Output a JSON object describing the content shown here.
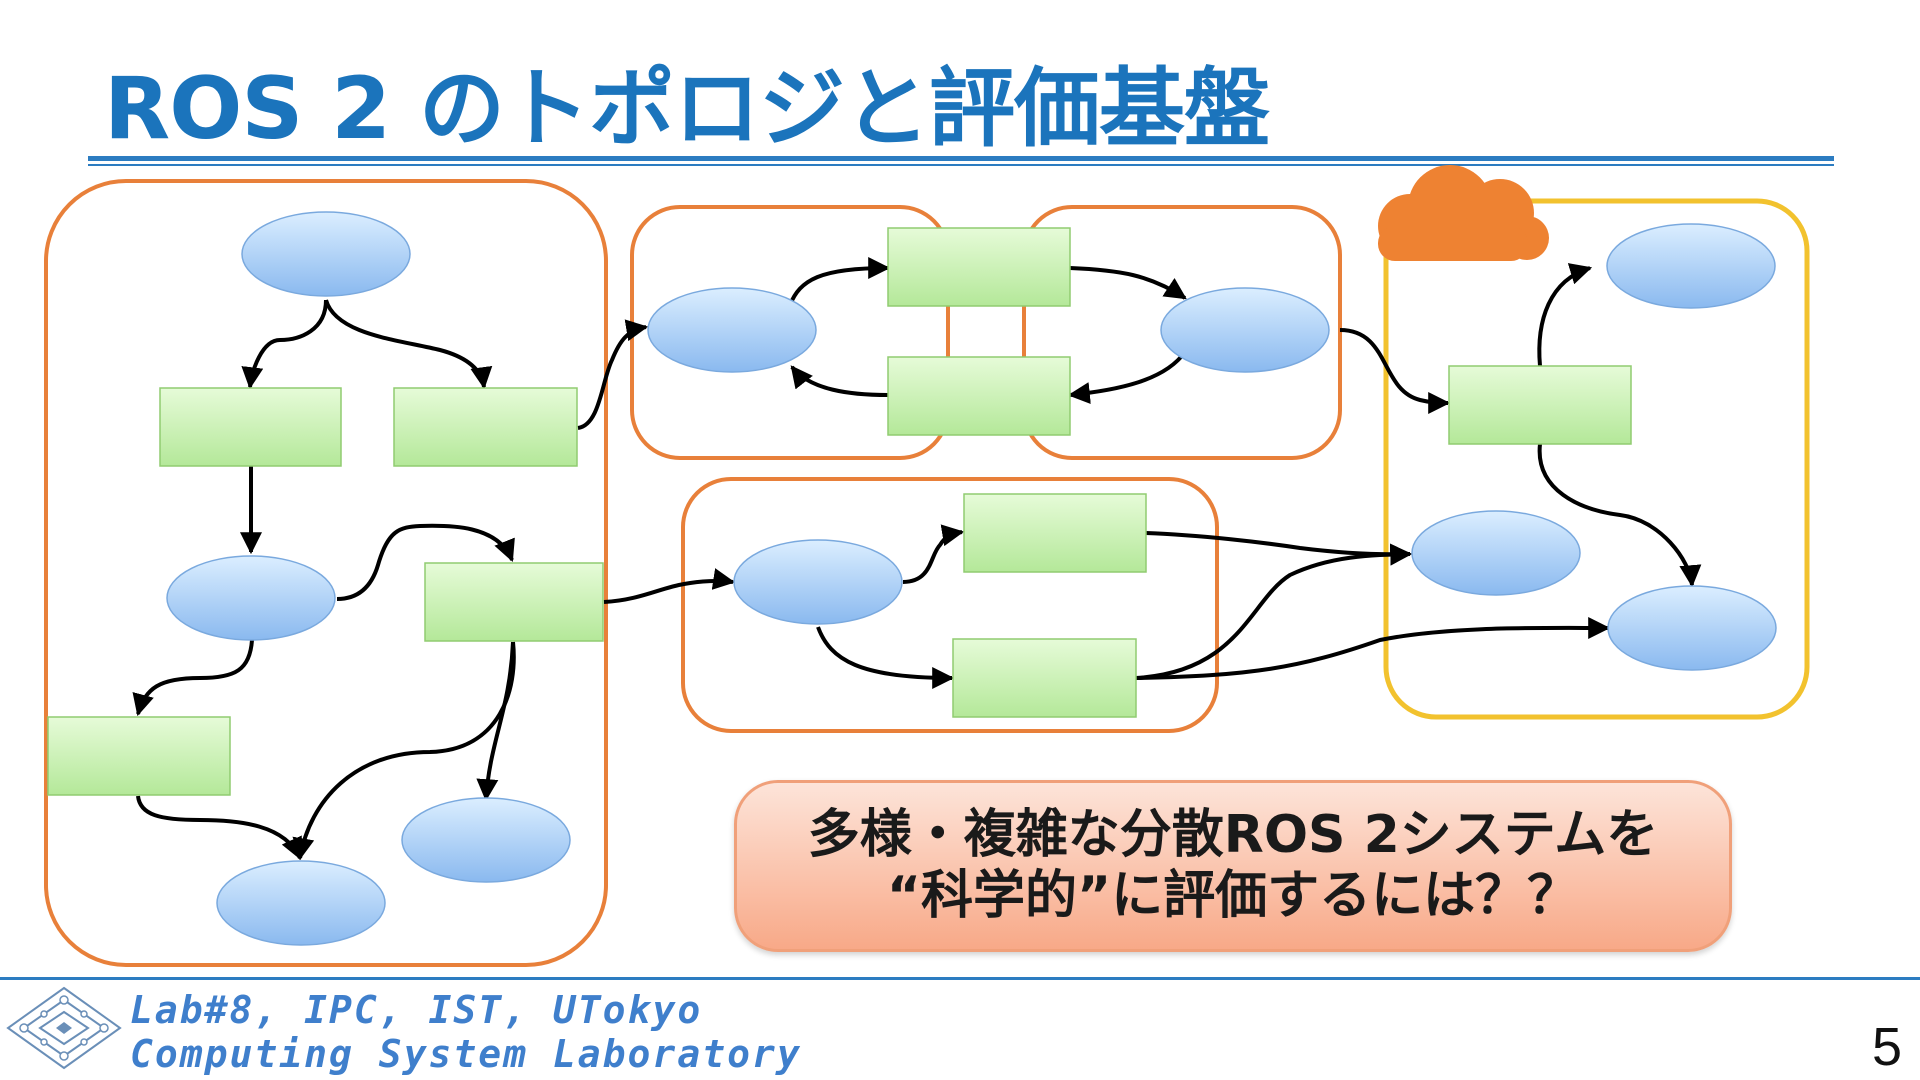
{
  "slide": {
    "title": "ROS 2 のトポロジと評価基盤",
    "callout_line1": "多様・複雑な分散ROS 2システムを",
    "callout_line2": "“科学的”に評価するには？？",
    "footer_line1": "Lab#8, IPC, IST, UTokyo",
    "footer_line2": "Computing System Laboratory",
    "page_number": "5"
  },
  "colors": {
    "title": "#1b74bc",
    "rule": "#2c7cc1",
    "group_border": "#e8803a",
    "cloud_group_border": "#f2c22e",
    "cloud": "#ee8232",
    "node_fill": "#a9cdf5",
    "topic_fill": "#c9f2b3"
  },
  "icons": {
    "cloud": "cloud-icon",
    "lab_logo": "lab-logo-icon"
  }
}
